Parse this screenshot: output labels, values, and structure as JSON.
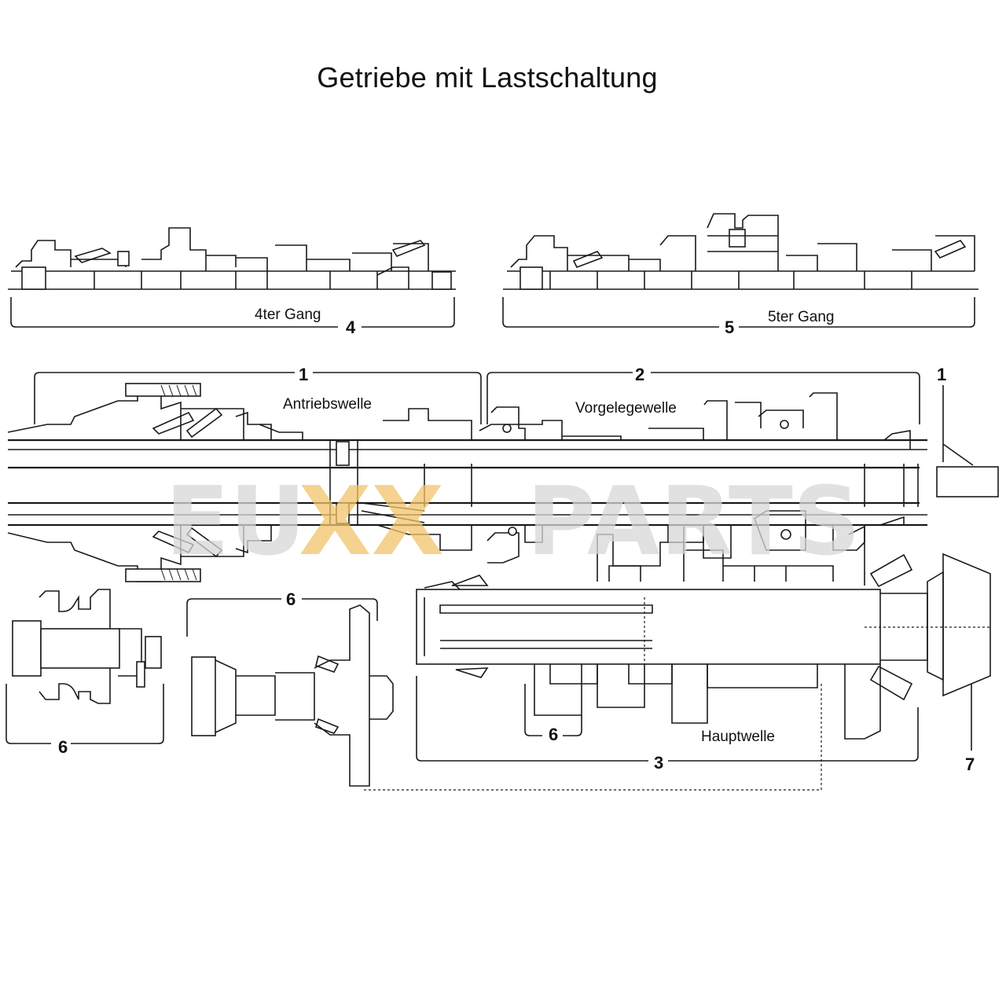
{
  "title": "Getriebe mit Lastschaltung",
  "labels": {
    "gear4": "4ter Gang",
    "gear5": "5ter Gang",
    "antriebswelle": "Antriebswelle",
    "vorgelegewelle": "Vorgelegewelle",
    "hauptwelle": "Hauptwelle"
  },
  "callouts": {
    "c4": "4",
    "c5": "5",
    "c1_left": "1",
    "c2": "2",
    "c1_right": "1",
    "c6_left": "6",
    "c6_mid": "6",
    "c6_inner": "6",
    "c3": "3",
    "c7": "7"
  },
  "watermark": {
    "text_left": "EU",
    "text_x": "XX",
    "text_right": "PARTS",
    "color_x": "#f2c46a",
    "color_text": "#d8d8d8"
  }
}
